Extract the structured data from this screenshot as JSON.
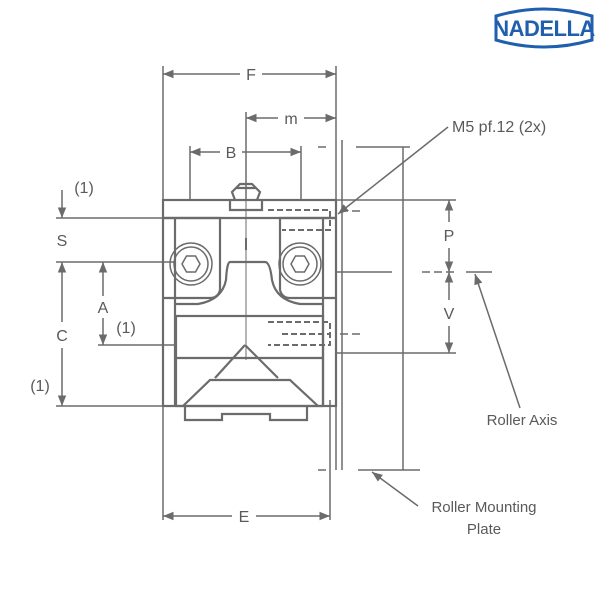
{
  "logo": {
    "text": "NADELLA",
    "color": "#1f5fae"
  },
  "drawing": {
    "line_color": "#6b6b6b",
    "dimensions": {
      "F": "F",
      "m": "m",
      "B": "B",
      "E": "E",
      "S": "S",
      "A": "A",
      "C": "C",
      "P": "P",
      "V": "V"
    },
    "notes": {
      "note1_top": "(1)",
      "note1_mid": "(1)",
      "note1_bottom": "(1)"
    },
    "callouts": {
      "thread": "M5 pf.12 (2x)",
      "roller_axis": "Roller Axis",
      "roller_mounting_plate_line1": "Roller Mounting",
      "roller_mounting_plate_line2": "Plate"
    }
  }
}
